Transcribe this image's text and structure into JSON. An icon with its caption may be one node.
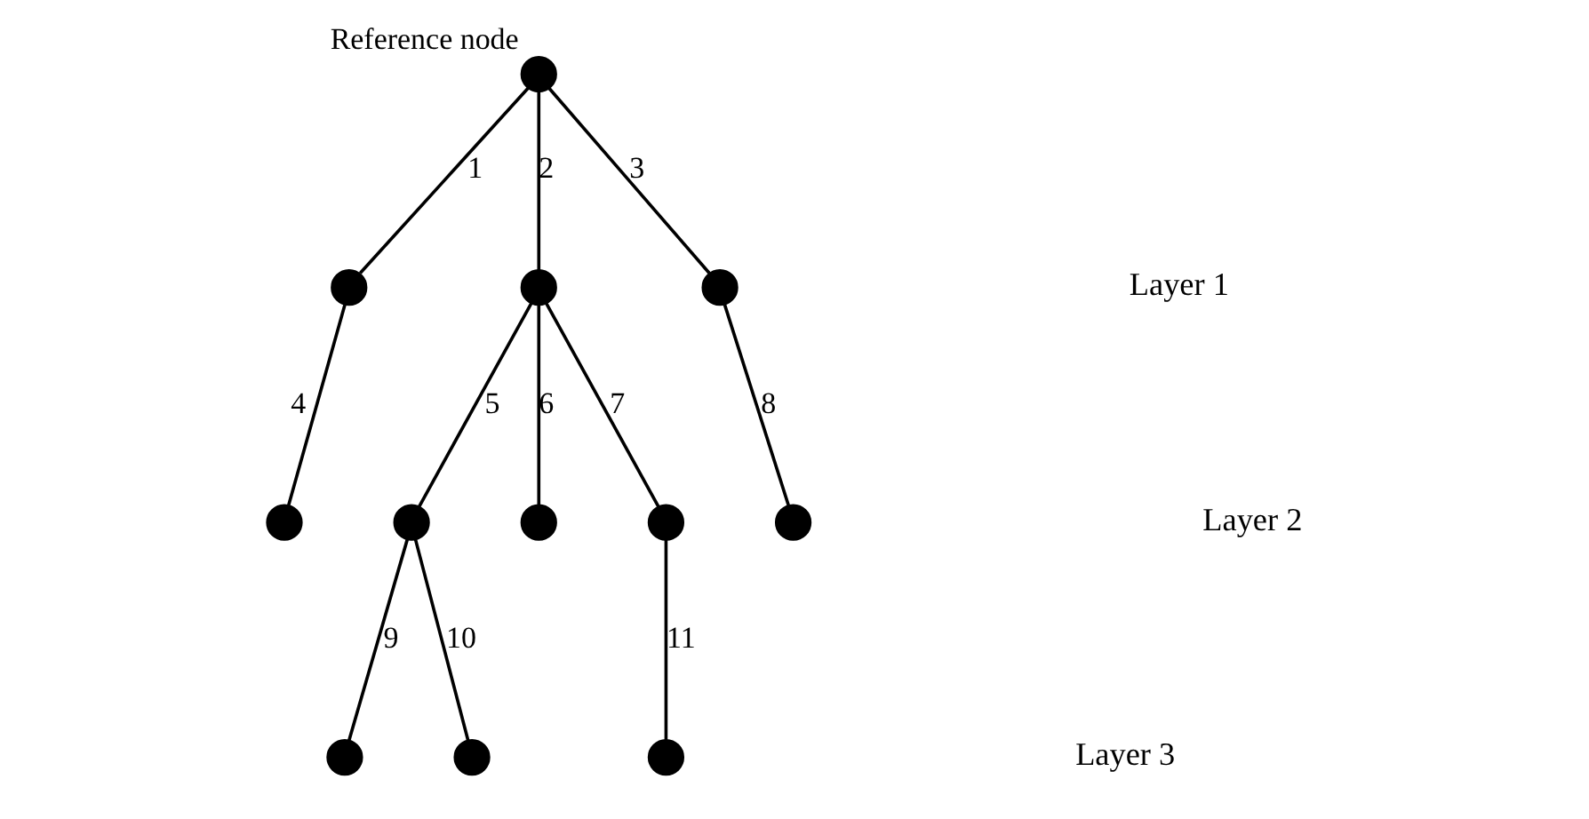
{
  "diagram": {
    "nodes": [
      {
        "text": [],
        "shape": "circle",
        "beside": [
          "Reference node"
        ]
      },
      {
        "text": [],
        "shape": "circle"
      },
      {
        "text": [],
        "shape": "circle"
      },
      {
        "text": [],
        "shape": "circle"
      },
      {
        "text": [],
        "shape": "circle"
      },
      {
        "text": [],
        "shape": "circle"
      },
      {
        "text": [],
        "shape": "circle"
      },
      {
        "text": [],
        "shape": "circle"
      },
      {
        "text": [],
        "shape": "circle"
      },
      {
        "text": [],
        "shape": "circle"
      },
      {
        "text": [],
        "shape": "circle"
      },
      {
        "text": [],
        "shape": "circle"
      }
    ],
    "edges": [
      {
        "from": 0,
        "to": 1,
        "arrow": "none",
        "label": "1"
      },
      {
        "from": 0,
        "to": 2,
        "arrow": "none",
        "label": "2"
      },
      {
        "from": 0,
        "to": 3,
        "arrow": "none",
        "label": "3"
      },
      {
        "from": 1,
        "to": 4,
        "arrow": "none",
        "label": "4"
      },
      {
        "from": 2,
        "to": 5,
        "arrow": "none",
        "label": "5"
      },
      {
        "from": 2,
        "to": 6,
        "arrow": "none",
        "label": "6"
      },
      {
        "from": 2,
        "to": 7,
        "arrow": "none",
        "label": "7"
      },
      {
        "from": 3,
        "to": 8,
        "arrow": "none",
        "label": "8"
      },
      {
        "from": 5,
        "to": 9,
        "arrow": "none",
        "label": "9"
      },
      {
        "from": 5,
        "to": 10,
        "arrow": "none",
        "label": "10"
      },
      {
        "from": 7,
        "to": 11,
        "arrow": "none",
        "label": "11"
      }
    ],
    "labels": [
      "Layer 1",
      "Layer 2",
      "Layer 3"
    ]
  }
}
